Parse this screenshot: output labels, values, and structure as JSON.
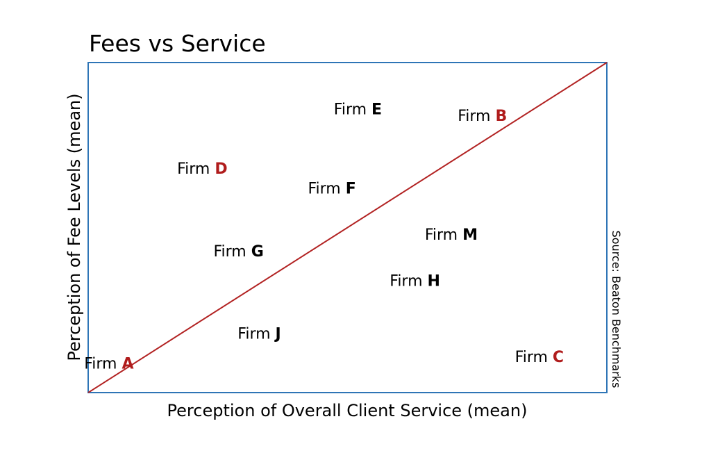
{
  "chart_data": {
    "type": "scatter",
    "title": "Fees vs Service",
    "xlabel": "Perception of Overall Client Service (mean)",
    "ylabel": "Perception of Fee Levels (mean)",
    "source": "Source: Beaton Benchmarks",
    "xlim": [
      0,
      100
    ],
    "ylim": [
      0,
      100
    ],
    "grid": false,
    "reference_line": {
      "from": [
        0,
        0
      ],
      "to": [
        100,
        100
      ],
      "color": "#b22222"
    },
    "frame_color": "#2e75b6",
    "highlight_color": "#b01c1c",
    "points": [
      {
        "prefix": "Firm",
        "letter": "A",
        "x": 4,
        "y": 9,
        "highlight": true
      },
      {
        "prefix": "Firm",
        "letter": "B",
        "x": 76,
        "y": 84,
        "highlight": true
      },
      {
        "prefix": "Firm",
        "letter": "C",
        "x": 87,
        "y": 11,
        "highlight": true
      },
      {
        "prefix": "Firm",
        "letter": "D",
        "x": 22,
        "y": 68,
        "highlight": true
      },
      {
        "prefix": "Firm",
        "letter": "E",
        "x": 52,
        "y": 86,
        "highlight": false
      },
      {
        "prefix": "Firm",
        "letter": "F",
        "x": 47,
        "y": 62,
        "highlight": false
      },
      {
        "prefix": "Firm",
        "letter": "G",
        "x": 29,
        "y": 43,
        "highlight": false
      },
      {
        "prefix": "Firm",
        "letter": "H",
        "x": 63,
        "y": 34,
        "highlight": false
      },
      {
        "prefix": "Firm",
        "letter": "J",
        "x": 33,
        "y": 18,
        "highlight": false
      },
      {
        "prefix": "Firm",
        "letter": "M",
        "x": 70,
        "y": 48,
        "highlight": false
      }
    ]
  }
}
